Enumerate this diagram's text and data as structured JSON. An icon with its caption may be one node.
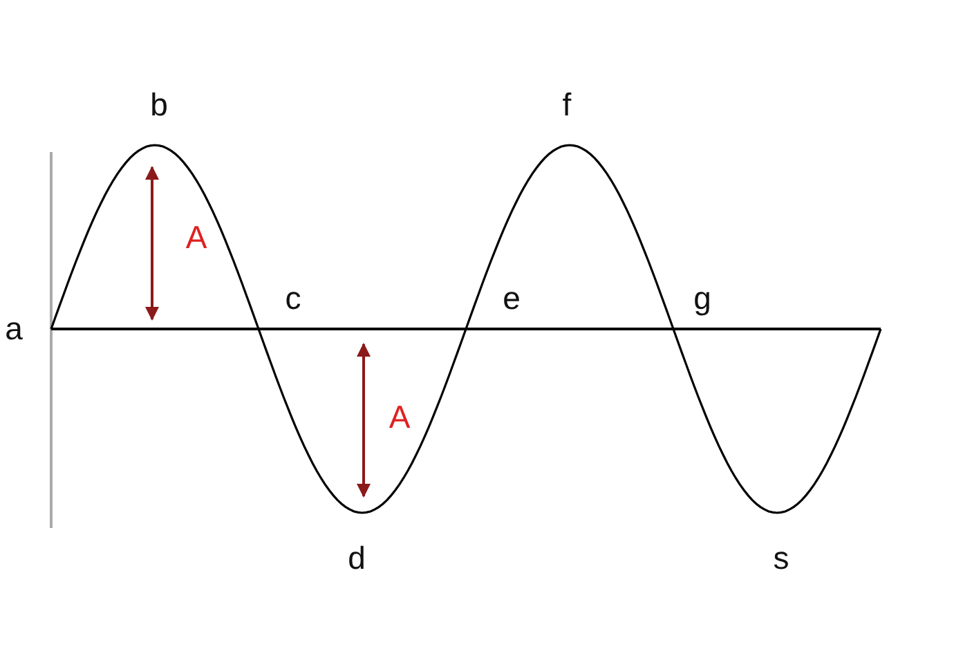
{
  "diagram": {
    "labels": [
      "b",
      "f",
      "a",
      "c",
      "e",
      "g",
      "A",
      "A",
      "d",
      "s"
    ]
  }
}
